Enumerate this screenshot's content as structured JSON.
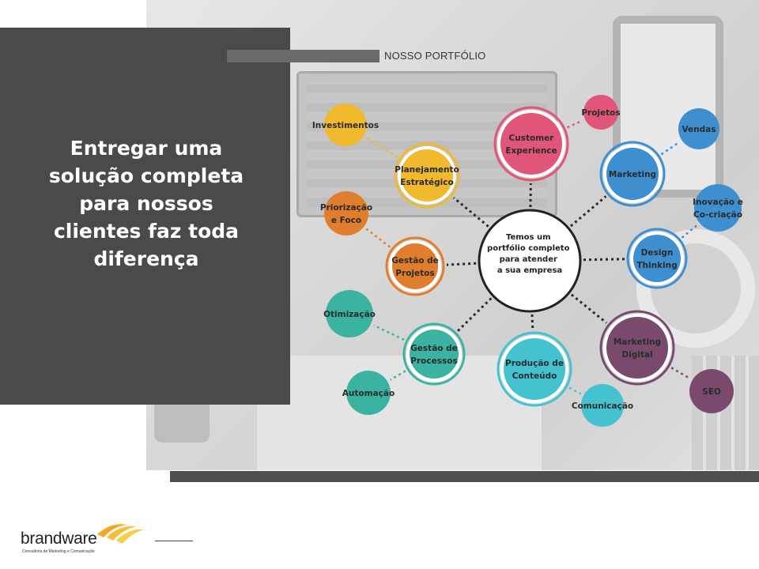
{
  "section_title": "NOSSO PORTFÓLIO",
  "headline": [
    "Entregar uma",
    "solução completa",
    "para nossos",
    "clientes faz toda",
    "diferença"
  ],
  "center": {
    "lines": [
      "Temos um",
      "portfólio completo",
      "para atender",
      "a sua empresa"
    ]
  },
  "colors": {
    "yellow": "#f0b92e",
    "orange": "#e07e2d",
    "teal": "#3bb3a1",
    "cyan": "#45c2cf",
    "pink": "#e05578",
    "blue": "#3e8fcf",
    "purple": "#7a4a6d",
    "dark_panel": "#4a4a4a"
  },
  "nodes": [
    {
      "id": "planejamento",
      "lines": [
        "Planejamento",
        "Estratégico"
      ],
      "color": "yellow",
      "main": true
    },
    {
      "id": "investimentos",
      "lines": [
        "Investimentos"
      ],
      "color": "yellow",
      "main": false
    },
    {
      "id": "customer",
      "lines": [
        "Customer",
        "Experience"
      ],
      "color": "pink",
      "main": true
    },
    {
      "id": "projetos-sat",
      "lines": [
        "Projetos"
      ],
      "color": "pink",
      "main": false
    },
    {
      "id": "marketing",
      "lines": [
        "Marketing"
      ],
      "color": "blue",
      "main": true
    },
    {
      "id": "vendas",
      "lines": [
        "Vendas"
      ],
      "color": "blue",
      "main": false
    },
    {
      "id": "design",
      "lines": [
        "Design",
        "Thinking"
      ],
      "color": "blue",
      "main": true
    },
    {
      "id": "inovacao",
      "lines": [
        "Inovação e",
        "Co-criação"
      ],
      "color": "blue",
      "main": false
    },
    {
      "id": "mkt-digital",
      "lines": [
        "Marketing",
        "Digital"
      ],
      "color": "purple",
      "main": true
    },
    {
      "id": "seo",
      "lines": [
        "SEO"
      ],
      "color": "purple",
      "main": false
    },
    {
      "id": "producao",
      "lines": [
        "Produção de",
        "Conteúdo"
      ],
      "color": "cyan",
      "main": true
    },
    {
      "id": "comunicacao",
      "lines": [
        "Comunicação"
      ],
      "color": "cyan",
      "main": false
    },
    {
      "id": "processos",
      "lines": [
        "Gestão de",
        "Processos"
      ],
      "color": "teal",
      "main": true
    },
    {
      "id": "otimizacao",
      "lines": [
        "Otimização"
      ],
      "color": "teal",
      "main": false
    },
    {
      "id": "automacao",
      "lines": [
        "Automação"
      ],
      "color": "teal",
      "main": false
    },
    {
      "id": "gestao-projetos",
      "lines": [
        "Gestão de",
        "Projetos"
      ],
      "color": "orange",
      "main": true
    },
    {
      "id": "priorizacao",
      "lines": [
        "Priorização",
        "e Foco"
      ],
      "color": "orange",
      "main": false
    }
  ],
  "logo": {
    "name": "brandware",
    "tagline": "Consultoria de Marketing e Comunicação"
  }
}
